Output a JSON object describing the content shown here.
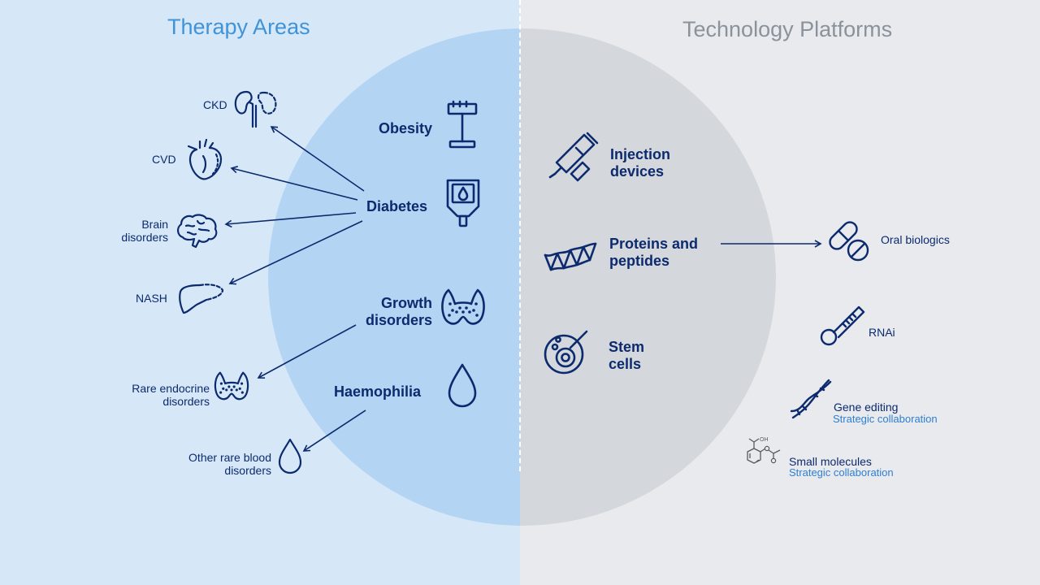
{
  "left_heading": "Therapy Areas",
  "right_heading": "Technology Platforms",
  "therapy_main": {
    "obesity": "Obesity",
    "diabetes": "Diabetes",
    "growth_1": "Growth",
    "growth_2": "disorders",
    "haemophilia": "Haemophilia"
  },
  "therapy_sub": {
    "ckd": "CKD",
    "cvd": "CVD",
    "brain_1": "Brain",
    "brain_2": "disorders",
    "nash": "NASH",
    "rare_endo_1": "Rare endocrine",
    "rare_endo_2": "disorders",
    "rare_blood_1": "Other rare blood",
    "rare_blood_2": "disorders"
  },
  "tech_main": {
    "injection_1": "Injection",
    "injection_2": "devices",
    "proteins_1": "Proteins and",
    "proteins_2": "peptides",
    "stem_1": "Stem",
    "stem_2": "cells"
  },
  "tech_sub": {
    "oral": "Oral biologics",
    "rnai": "RNAi",
    "gene": "Gene editing",
    "gene_note": "Strategic  collaboration",
    "small": "Small molecules",
    "small_note": "Strategic  collaboration"
  },
  "molecule_label": "OH",
  "colors": {
    "navy": "#0c2a6e",
    "left_bg": "#d6e8f7",
    "right_bg": "#e8eaed",
    "circle_left": "#b3d4f3",
    "circle_right": "#d4d7dc",
    "heading_left": "#3f93d8",
    "heading_right": "#8a929b",
    "note": "#2f7fd0"
  }
}
